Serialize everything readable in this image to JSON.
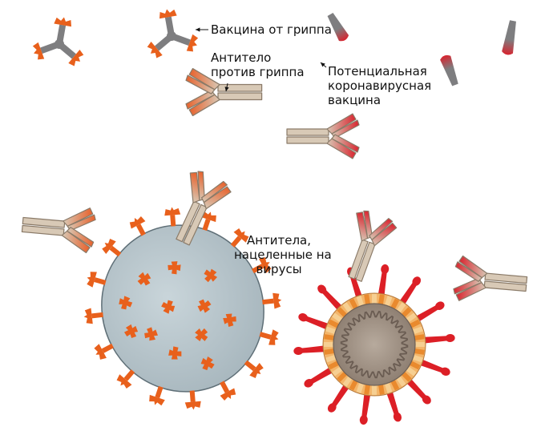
{
  "labels": {
    "flu_vaccine": "Вакцина от гриппа",
    "flu_antibody_line1": "Антитело",
    "flu_antibody_line2": "против гриппа",
    "corona_vaccine_line1": "Потенциальная",
    "corona_vaccine_line2": "коронавирусная",
    "corona_vaccine_line3": "вакцина",
    "virus_antibodies_line1": "Антитела,",
    "virus_antibodies_line2": "нацеленные на",
    "virus_antibodies_line3": "вирусы"
  },
  "colors": {
    "antibody_body": "#d8c9b6",
    "antibody_outline": "#8a7a68",
    "antibody_tip_orange": "#e8602a",
    "antibody_tip_red": "#d9232e",
    "flu_spike": "#e8601c",
    "flu_virion": "#b9c7cd",
    "corona_spike": "#dc1f26",
    "corona_core": "#9a8c80",
    "corona_membrane": "#f3b56a",
    "vaccine_gray": "#7e7e80"
  }
}
